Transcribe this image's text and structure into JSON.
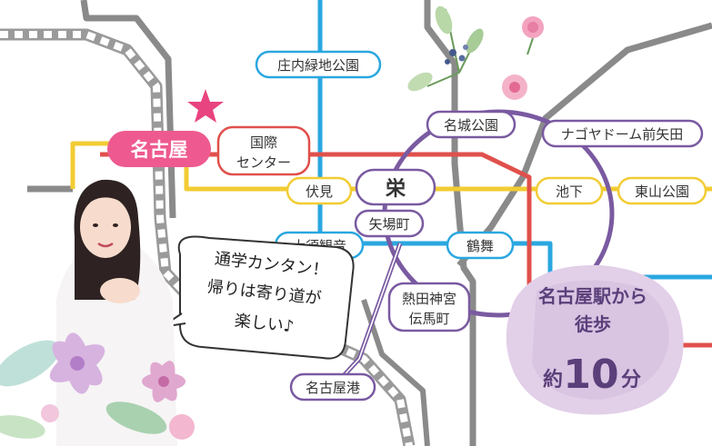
{
  "stations": {
    "nagoya": "名古屋",
    "kokusai_center": [
      "国際",
      "センター"
    ],
    "shonai_ryokuchi_koen": "庄内緑地公園",
    "meijo_koen": "名城公園",
    "nagoya_dome_mae_yada": "ナゴヤドーム前矢田",
    "fushimi": "伏見",
    "sakae": "栄",
    "ikeshita": "池下",
    "higashiyama_koen": "東山公園",
    "yabacho": "矢場町",
    "osu_kannon": "大須観音",
    "tsurumai": "鶴舞",
    "atsuta_jingu_temma_cho": [
      "熱田神宮",
      "伝馬町"
    ],
    "nagoyako": "名古屋港"
  },
  "callout": {
    "line1": "通学カンタン！",
    "line2": "帰りは寄り道が",
    "line3": "楽しい♪"
  },
  "walk_badge": {
    "line1": "名古屋駅から",
    "line2": "徒歩",
    "prefix": "約",
    "number": "10",
    "unit": "分"
  },
  "colors": {
    "higashiyama_line": "#f2cc33",
    "meijo_line": "#7a5aa1",
    "tsurumai_line": "#2aa7e0",
    "sakuradori_line": "#e0504c",
    "jr_line": "#8a8a8a",
    "nagoya_badge": "#ee5a8f",
    "star": "#e8447f"
  }
}
